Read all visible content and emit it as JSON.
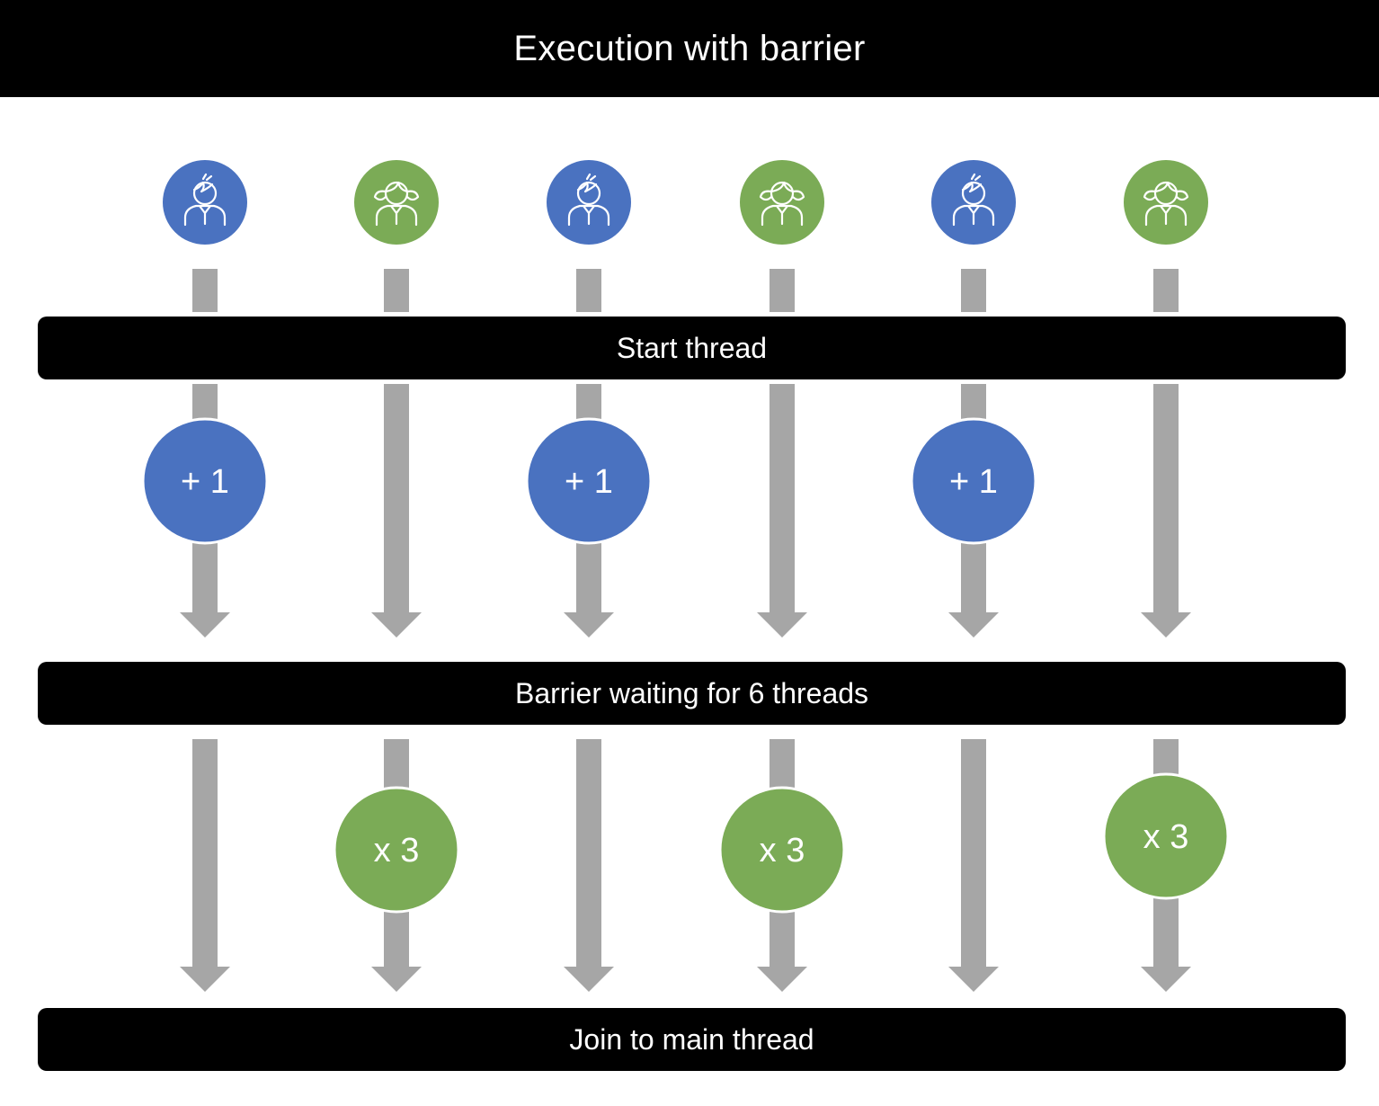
{
  "title": "Execution with barrier",
  "stages": {
    "start": "Start thread",
    "barrier": "Barrier waiting for 6 threads",
    "join": "Join to main thread"
  },
  "colors": {
    "blue": "#4a72c0",
    "green": "#7bab56",
    "arrow": "#a6a6a6",
    "bar": "#000000"
  },
  "threads": [
    {
      "type": "boy-icon",
      "color": "blue",
      "op_label": "+ 1",
      "op_stage": "before_barrier"
    },
    {
      "type": "girl-icon",
      "color": "green",
      "op_label": "x 3",
      "op_stage": "after_barrier"
    },
    {
      "type": "boy-icon",
      "color": "blue",
      "op_label": "+ 1",
      "op_stage": "before_barrier"
    },
    {
      "type": "girl-icon",
      "color": "green",
      "op_label": "x 3",
      "op_stage": "after_barrier"
    },
    {
      "type": "boy-icon",
      "color": "blue",
      "op_label": "+ 1",
      "op_stage": "before_barrier"
    },
    {
      "type": "girl-icon",
      "color": "green",
      "op_label": "x 3",
      "op_stage": "after_barrier"
    }
  ]
}
